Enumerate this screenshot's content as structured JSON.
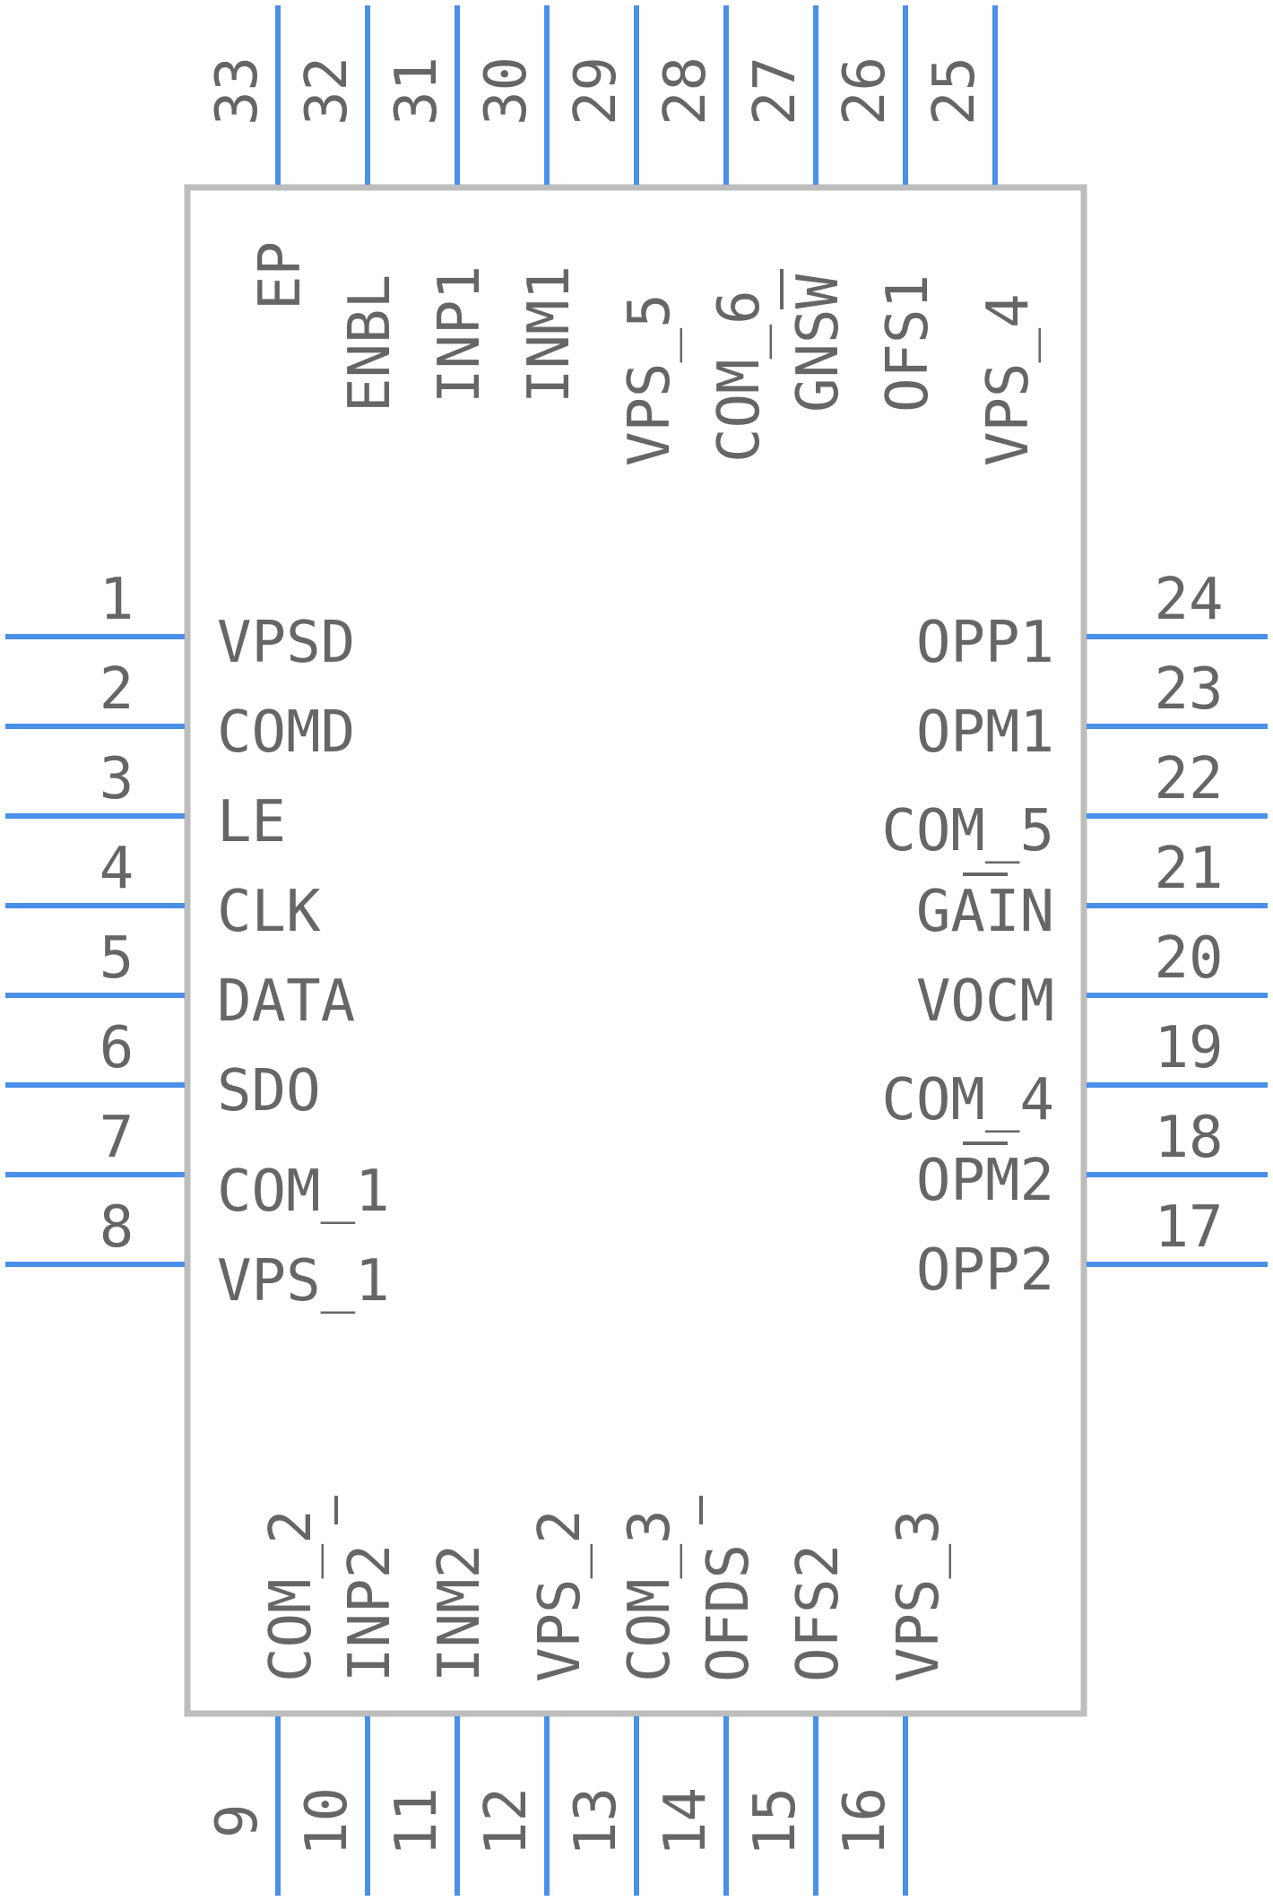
{
  "pins": {
    "left": [
      {
        "num": "1",
        "label": "VPSD"
      },
      {
        "num": "2",
        "label": "COMD"
      },
      {
        "num": "3",
        "label": "LE"
      },
      {
        "num": "4",
        "label": "CLK"
      },
      {
        "num": "5",
        "label": "DATA"
      },
      {
        "num": "6",
        "label": "SDO"
      },
      {
        "num": "7",
        "label": "COM_1"
      },
      {
        "num": "8",
        "label": "VPS_1"
      }
    ],
    "bottom": [
      {
        "num": "9",
        "label": "COM_2"
      },
      {
        "num": "10",
        "label": "INP2"
      },
      {
        "num": "11",
        "label": "INM2"
      },
      {
        "num": "12",
        "label": "VPS_2"
      },
      {
        "num": "13",
        "label": "COM_3"
      },
      {
        "num": "14",
        "label": "OFDS"
      },
      {
        "num": "15",
        "label": "OFS2"
      },
      {
        "num": "16",
        "label": "VPS_3"
      }
    ],
    "right": [
      {
        "num": "17",
        "label": "OPP2"
      },
      {
        "num": "18",
        "label": "OPM2"
      },
      {
        "num": "19",
        "label": "COM_4"
      },
      {
        "num": "20",
        "label": "VOCM"
      },
      {
        "num": "21",
        "label": "GAIN"
      },
      {
        "num": "22",
        "label": "COM_5"
      },
      {
        "num": "23",
        "label": "OPM1"
      },
      {
        "num": "24",
        "label": "OPP1"
      }
    ],
    "top": [
      {
        "num": "25",
        "label": "VPS_4"
      },
      {
        "num": "26",
        "label": "OFS1"
      },
      {
        "num": "27",
        "label": "GNSW"
      },
      {
        "num": "28",
        "label": "COM_6"
      },
      {
        "num": "29",
        "label": "VPS_5"
      },
      {
        "num": "30",
        "label": "INM1"
      },
      {
        "num": "31",
        "label": "INP1"
      },
      {
        "num": "32",
        "label": "ENBL"
      },
      {
        "num": "33",
        "label": "EP"
      }
    ]
  }
}
